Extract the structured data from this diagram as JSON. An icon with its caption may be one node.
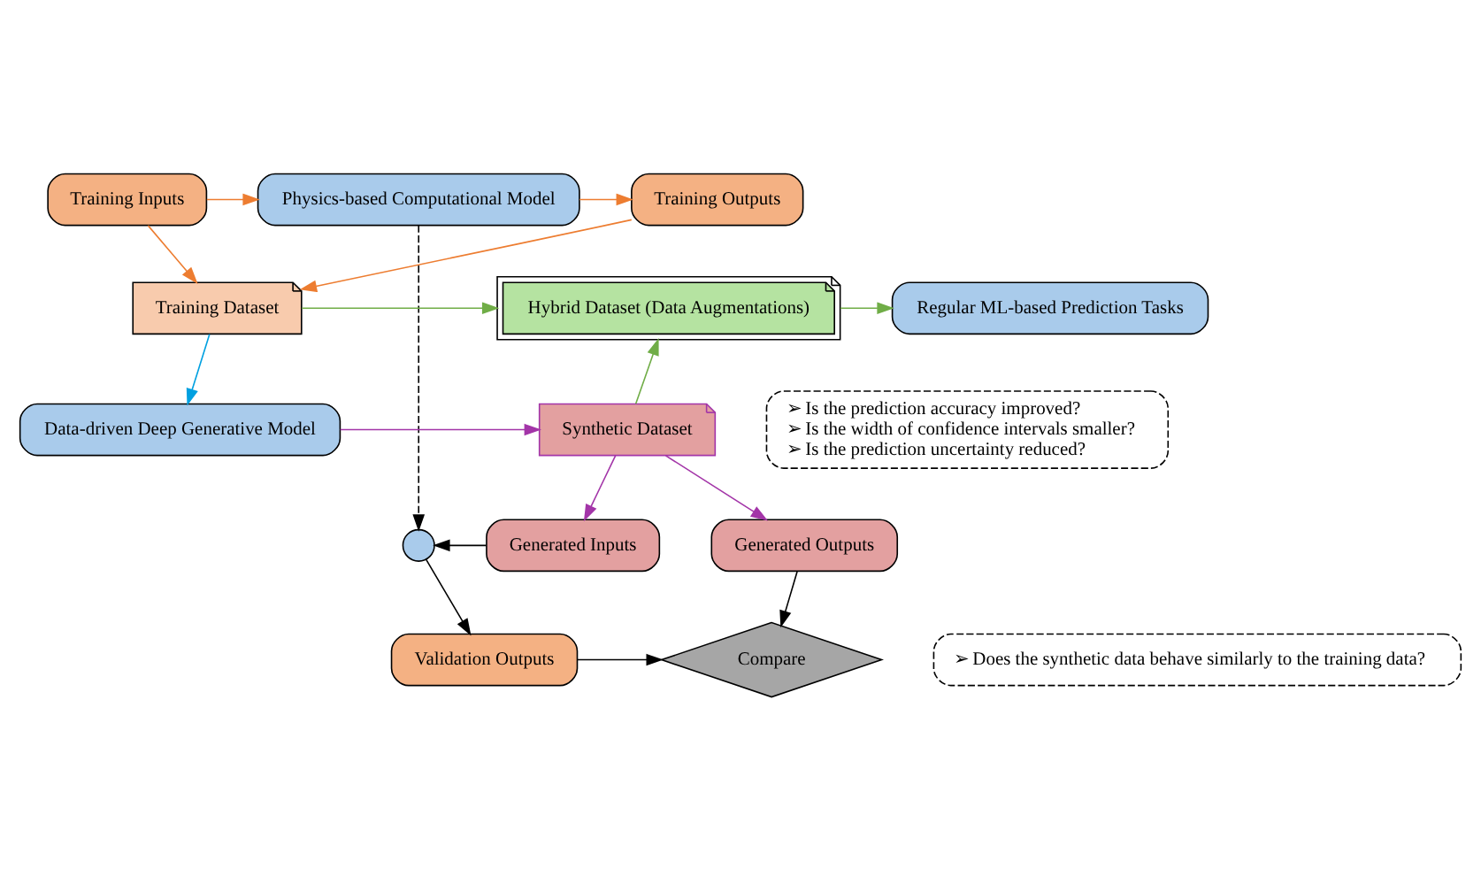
{
  "diagram": {
    "nodes": [
      {
        "text": [
          "Training Inputs"
        ]
      },
      {
        "text": [
          "Physics-based Computational Model"
        ]
      },
      {
        "text": [
          "Training Outputs"
        ]
      },
      {
        "text": [
          "Training Dataset"
        ]
      },
      {
        "text": [
          "Hybrid Dataset (Data Augmentations)"
        ]
      },
      {
        "text": [
          "Regular ML-based Prediction Tasks"
        ]
      },
      {
        "text": [
          "➢ Is the prediction accuracy improved?",
          "➢ Is the width of confidence intervals smaller?",
          "➢ Is the prediction uncertainty reduced?"
        ]
      },
      {
        "text": [
          "Data-driven Deep Generative Model"
        ]
      },
      {
        "text": [
          "Synthetic Dataset"
        ]
      },
      {
        "text": [],
        "shape": "circle"
      },
      {
        "text": [
          "Generated Inputs"
        ]
      },
      {
        "text": [
          "Generated Outputs"
        ]
      },
      {
        "text": [
          "Validation Outputs"
        ]
      },
      {
        "text": [
          "Compare"
        ]
      },
      {
        "text": [
          "➢ Does the synthetic data behave similarly to the training data?"
        ]
      }
    ],
    "edges": [
      {
        "from": 0,
        "to": 1,
        "arrow": "to",
        "color": "#ed7d31"
      },
      {
        "from": 1,
        "to": 2,
        "arrow": "to",
        "color": "#ed7d31"
      },
      {
        "from": 0,
        "to": 3,
        "arrow": "to",
        "color": "#ed7d31"
      },
      {
        "from": 2,
        "to": 3,
        "arrow": "to",
        "color": "#ed7d31"
      },
      {
        "from": 3,
        "to": 4,
        "arrow": "to",
        "color": "#70ad47"
      },
      {
        "from": 4,
        "to": 5,
        "arrow": "to",
        "color": "#70ad47"
      },
      {
        "from": 3,
        "to": 7,
        "arrow": "to",
        "color": "#00a0e0"
      },
      {
        "from": 7,
        "to": 8,
        "arrow": "to",
        "color": "#a335a8"
      },
      {
        "from": 8,
        "to": 4,
        "arrow": "to",
        "color": "#70ad47"
      },
      {
        "from": 8,
        "to": 10,
        "arrow": "to",
        "color": "#a335a8"
      },
      {
        "from": 8,
        "to": 11,
        "arrow": "to",
        "color": "#a335a8"
      },
      {
        "from": 1,
        "to": 9,
        "arrow": "to",
        "style": "dashed"
      },
      {
        "from": 10,
        "to": 9,
        "arrow": "to"
      },
      {
        "from": 9,
        "to": 12,
        "arrow": "to"
      },
      {
        "from": 12,
        "to": 13,
        "arrow": "to"
      },
      {
        "from": 11,
        "to": 13,
        "arrow": "to"
      }
    ]
  }
}
